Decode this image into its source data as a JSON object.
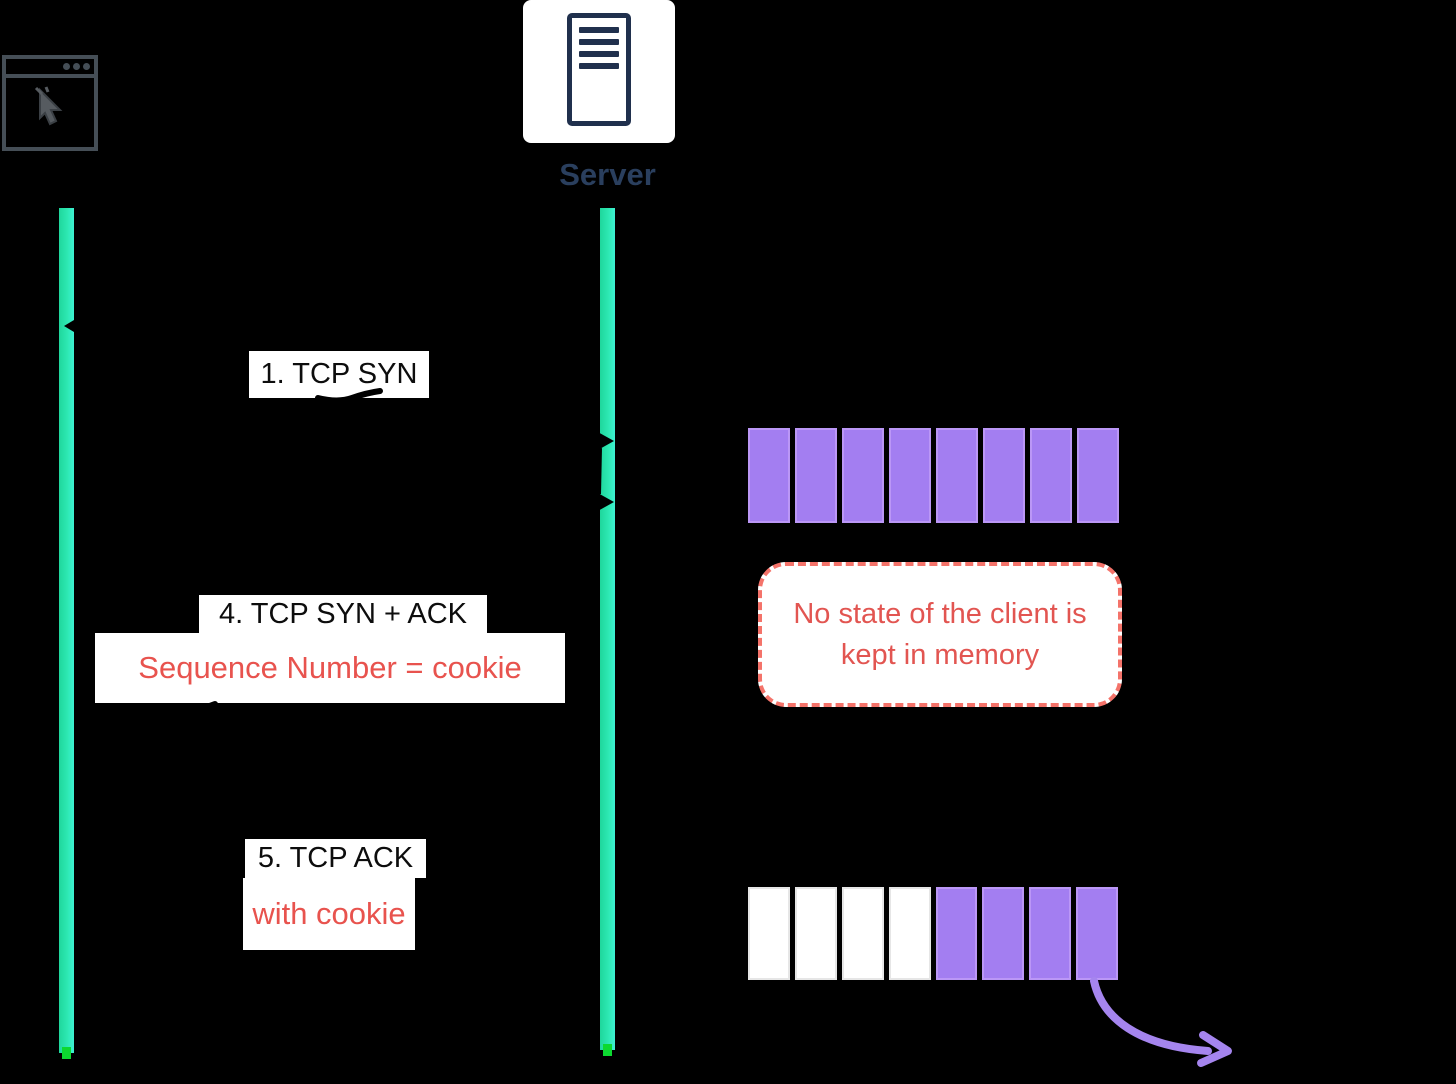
{
  "diagram": {
    "title_hint": "TCP SYN cookies sequence diagram",
    "background_color": "#000000"
  },
  "actors": {
    "client": {
      "icon": "browser-window-icon"
    },
    "server": {
      "label": "Server",
      "label_color": "#2a3f5e",
      "icon": "server-tower-icon"
    }
  },
  "lifelines": {
    "color_left": "#1fd69c",
    "color_mid": "#2de8b2",
    "color_right": "#3df1d3",
    "endcap_color": "#0cd930"
  },
  "messages": {
    "syn": {
      "label": "1. TCP SYN"
    },
    "synack": {
      "label": "4. TCP SYN + ACK",
      "sublabel": "Sequence Number = cookie"
    },
    "ack": {
      "label": "5. TCP ACK",
      "sublabel": "with cookie"
    }
  },
  "note": {
    "line1": "No state of the client is",
    "line2": "kept in memory",
    "text_color": "#e25551",
    "border_color": "#f4736a"
  },
  "queues": {
    "top": {
      "cells": [
        "filled",
        "filled",
        "filled",
        "filled",
        "filled",
        "filled",
        "filled",
        "filled"
      ],
      "fill_color": "#a37ef1"
    },
    "bottom": {
      "cells": [
        "empty",
        "empty",
        "empty",
        "empty",
        "filled",
        "filled",
        "filled",
        "filled"
      ],
      "fill_color": "#a37ef1",
      "empty_color": "#ffffff"
    }
  },
  "annotations": {
    "dropped_arrow_color": "#a585ee",
    "ink_color": "#000000"
  }
}
